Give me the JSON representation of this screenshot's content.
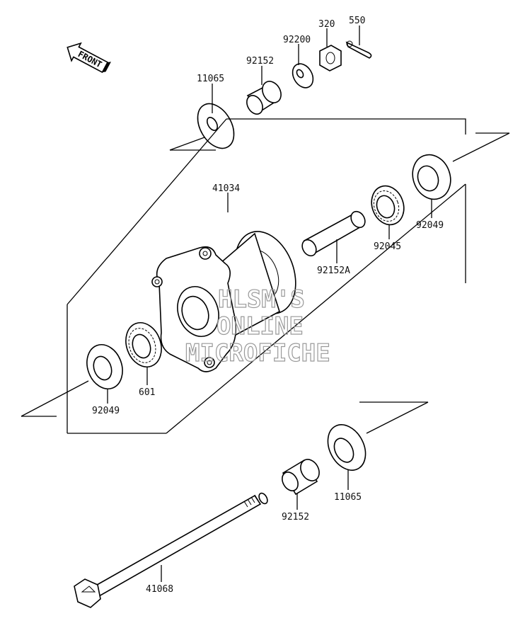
{
  "labels": {
    "p550": "550",
    "p320": "320",
    "p92200": "92200",
    "p92152_top": "92152",
    "p11065_top": "11065",
    "p41034": "41034",
    "p92049_right": "92049",
    "p92045": "92045",
    "p92152A": "92152A",
    "p601": "601",
    "p92049_left": "92049",
    "p11065_bottom": "11065",
    "p92152_bottom": "92152",
    "p41068": "41068"
  },
  "watermark": {
    "line1": "HLSM'S",
    "line2": "ONLINE",
    "line3": "MICROFICHE"
  },
  "front_arrow": {
    "text": "FRONT"
  }
}
